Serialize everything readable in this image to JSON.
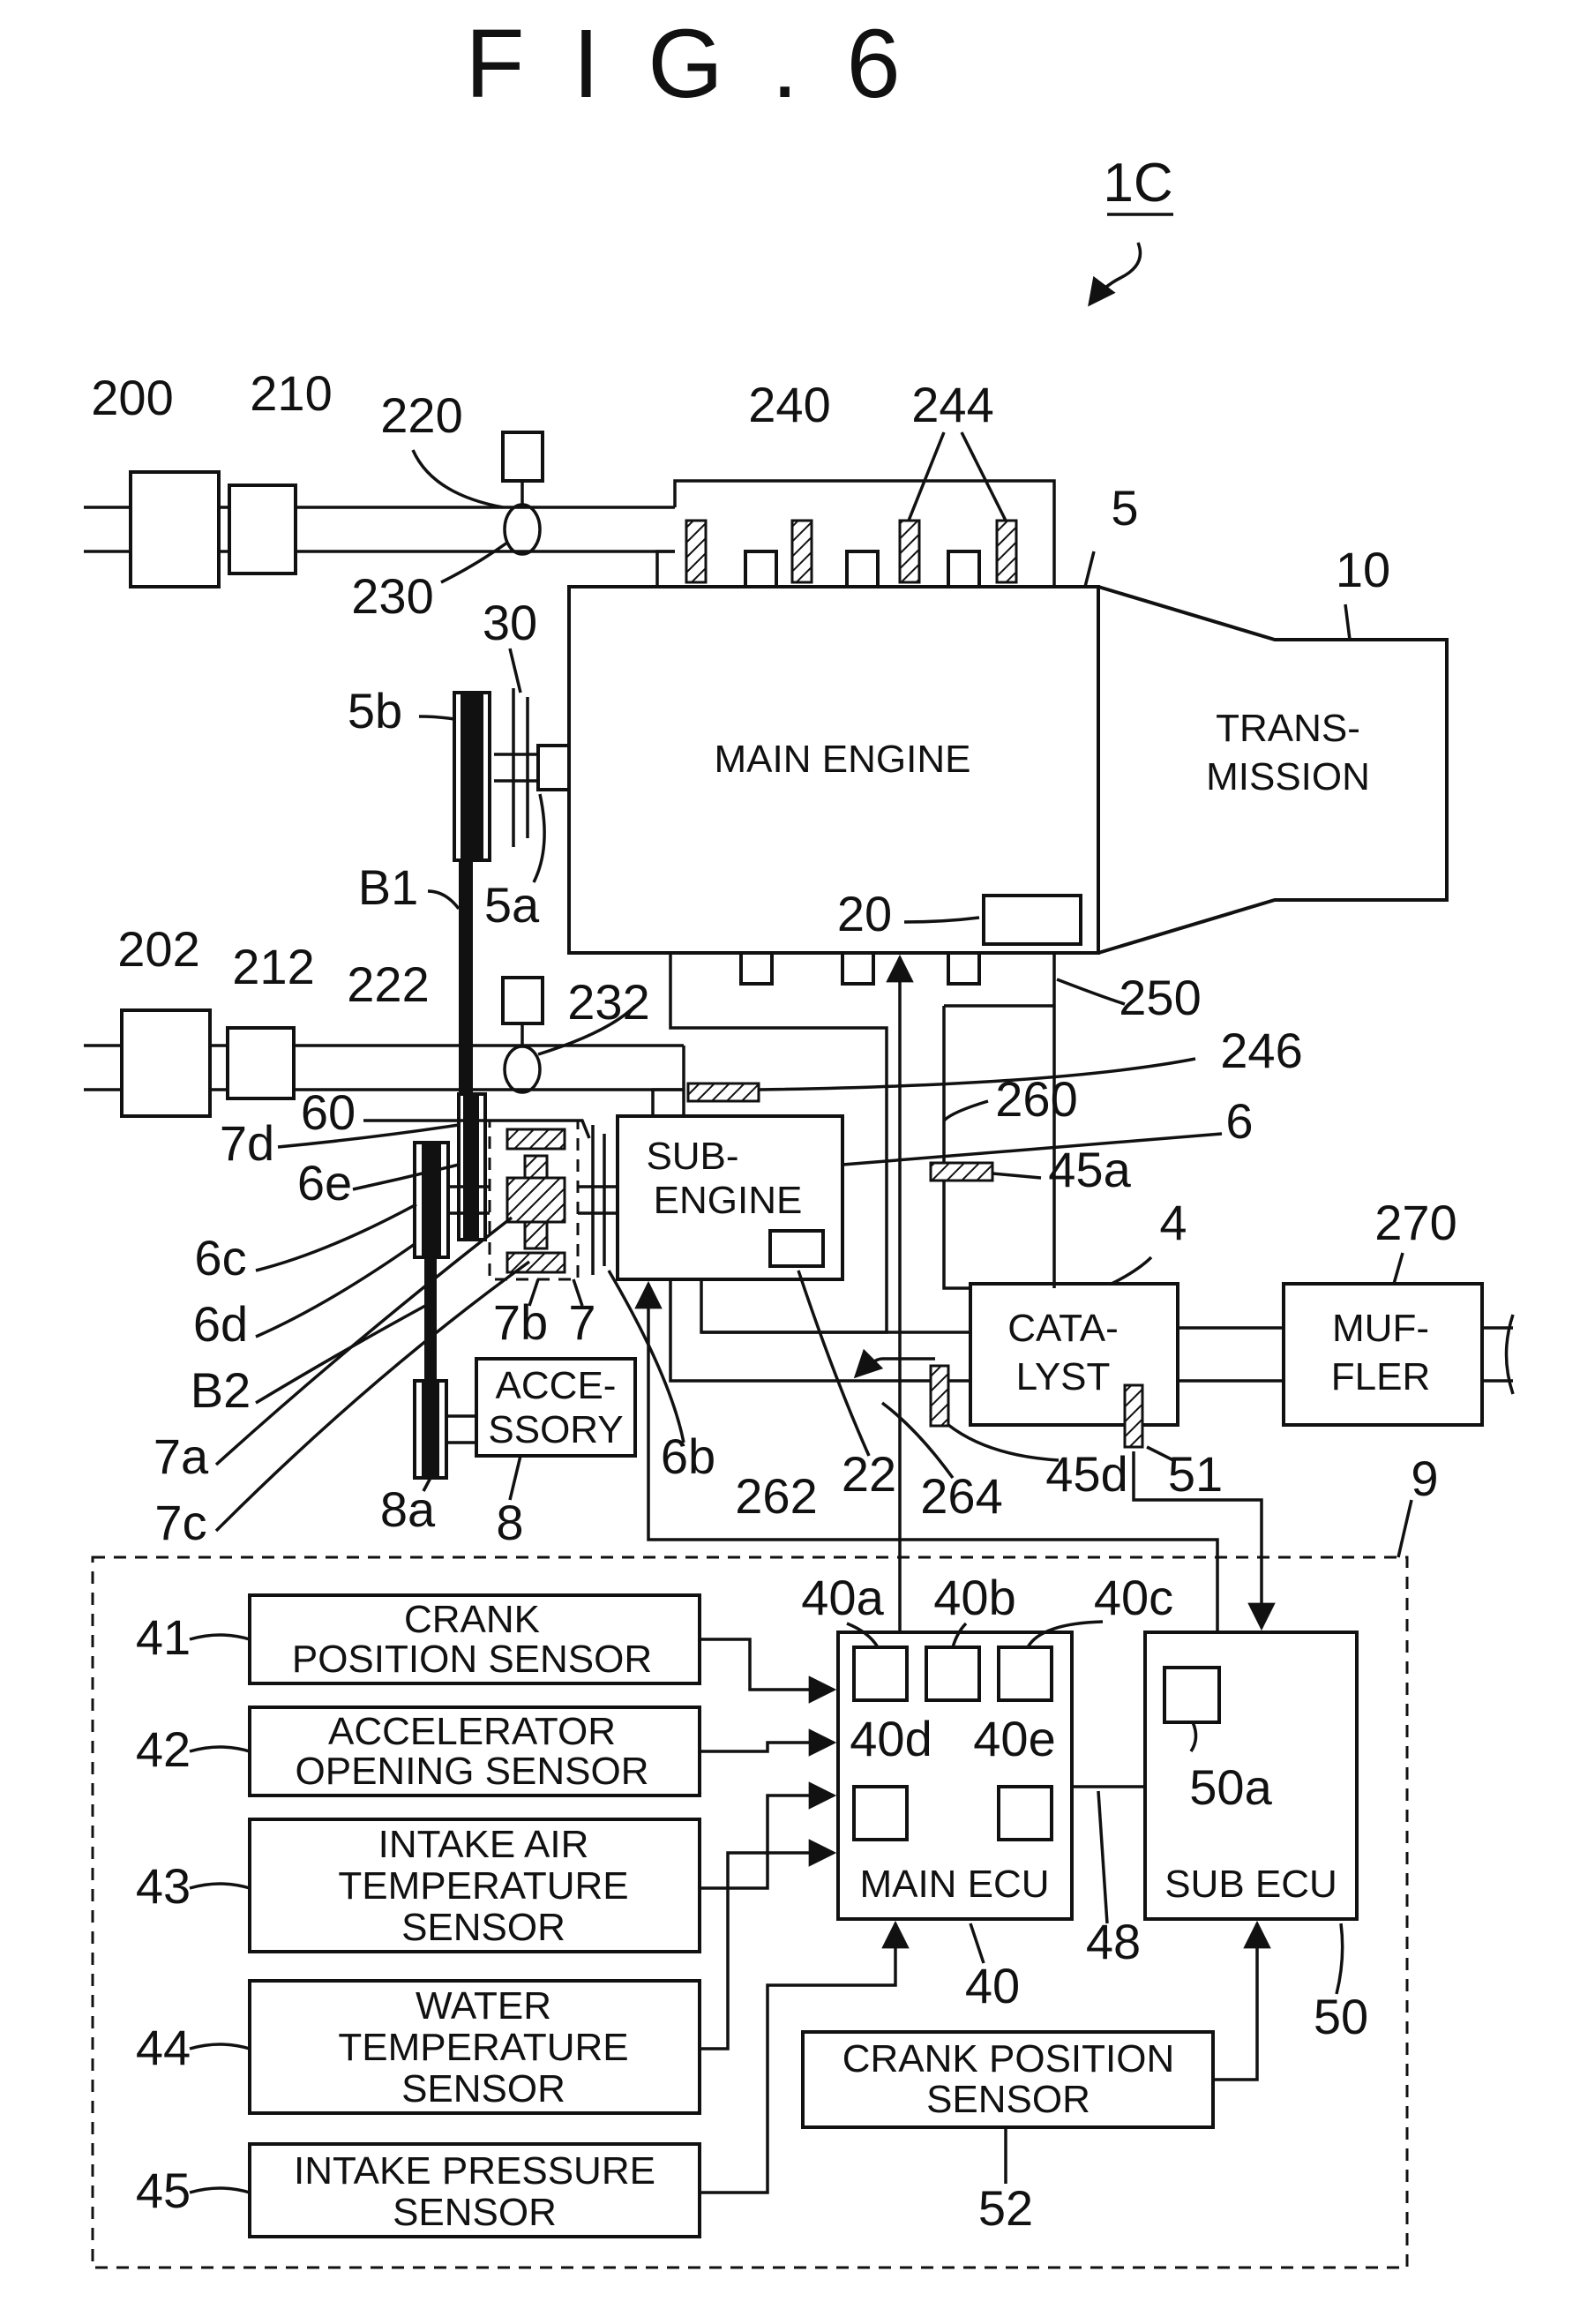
{
  "figure": {
    "title": "F I G . 6",
    "system_ref": "1C"
  },
  "components": {
    "main_engine": "MAIN ENGINE",
    "transmission_l1": "TRANS-",
    "transmission_l2": "MISSION",
    "sub_engine_l1": "SUB-",
    "sub_engine_l2": "ENGINE",
    "catalyst_l1": "CATA-",
    "catalyst_l2": "LYST",
    "muffler_l1": "MUF-",
    "muffler_l2": "FLER",
    "accessory_l1": "ACCE-",
    "accessory_l2": "SSORY",
    "main_ecu": "MAIN ECU",
    "sub_ecu": "SUB ECU"
  },
  "sensors": {
    "s41_l1": "CRANK",
    "s41_l2": "POSITION SENSOR",
    "s42_l1": "ACCELERATOR",
    "s42_l2": "OPENING SENSOR",
    "s43_l1": "INTAKE AIR",
    "s43_l2": "TEMPERATURE",
    "s43_l3": "SENSOR",
    "s44_l1": "WATER",
    "s44_l2": "TEMPERATURE",
    "s44_l3": "SENSOR",
    "s45_l1": "INTAKE PRESSURE",
    "s45_l2": "SENSOR",
    "s52_l1": "CRANK POSITION",
    "s52_l2": "SENSOR"
  },
  "refs": {
    "r200": "200",
    "r210": "210",
    "r220": "220",
    "r230": "230",
    "r240": "240",
    "r244": "244",
    "r5": "5",
    "r10": "10",
    "r30": "30",
    "r5b": "5b",
    "r5a": "5a",
    "rB1": "B1",
    "r20": "20",
    "r202": "202",
    "r212": "212",
    "r222": "222",
    "r232": "232",
    "r250": "250",
    "r246": "246",
    "r60": "60",
    "r7d": "7d",
    "r6e": "6e",
    "r260": "260",
    "r6": "6",
    "r45a": "45a",
    "r4": "4",
    "r270": "270",
    "r6c": "6c",
    "r6d": "6d",
    "rB2": "B2",
    "r7a": "7a",
    "r7c": "7c",
    "r7b": "7b",
    "r7": "7",
    "r6b": "6b",
    "r262": "262",
    "r22": "22",
    "r264": "264",
    "r45d": "45d",
    "r51": "51",
    "r8a": "8a",
    "r8": "8",
    "r9": "9",
    "r40a": "40a",
    "r40b": "40b",
    "r40c": "40c",
    "r40d": "40d",
    "r40e": "40e",
    "r50a": "50a",
    "r41": "41",
    "r42": "42",
    "r43": "43",
    "r44": "44",
    "r45": "45",
    "r40": "40",
    "r48": "48",
    "r50": "50",
    "r52": "52"
  }
}
